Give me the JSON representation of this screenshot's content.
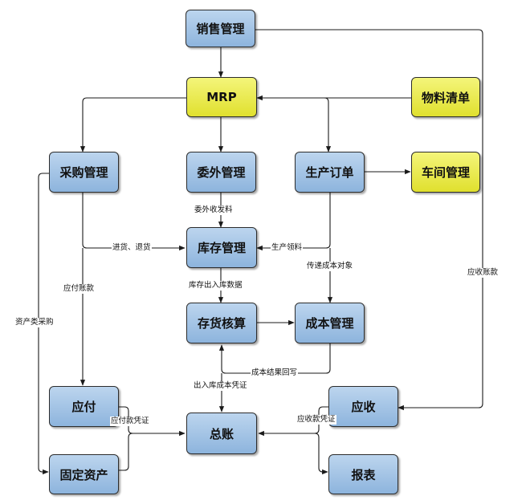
{
  "nodes": {
    "sales": "销售管理",
    "mrp": "MRP",
    "bom": "物料清单",
    "purchase": "采购管理",
    "outsource": "委外管理",
    "production_order": "生产订单",
    "workshop": "车间管理",
    "inventory": "库存管理",
    "inventory_accounting": "存货核算",
    "cost": "成本管理",
    "payable": "应付",
    "receivable": "应收",
    "ledger": "总账",
    "fixed_assets": "固定资产",
    "reports": "报表"
  },
  "edge_labels": {
    "outsource_to_inventory": "委外收发料",
    "purchase_to_inventory": "进货、退货",
    "production_to_inventory": "生产领料",
    "production_to_cost": "传递成本对象",
    "inventory_to_accounting": "库存出入库数据",
    "purchase_to_payable": "应付账款",
    "sales_to_receivable": "应收账款",
    "purchase_to_fixed_assets": "资产类采购",
    "cost_to_accounting": "成本结果回写",
    "accounting_to_ledger": "出入库成本凭证",
    "payable_to_ledger": "应付款凭证",
    "receivable_to_ledger": "应收款凭证"
  },
  "colors": {
    "module": "#9fc2e7",
    "key_module": "#e8e84a",
    "line": "#1a1a1a"
  }
}
